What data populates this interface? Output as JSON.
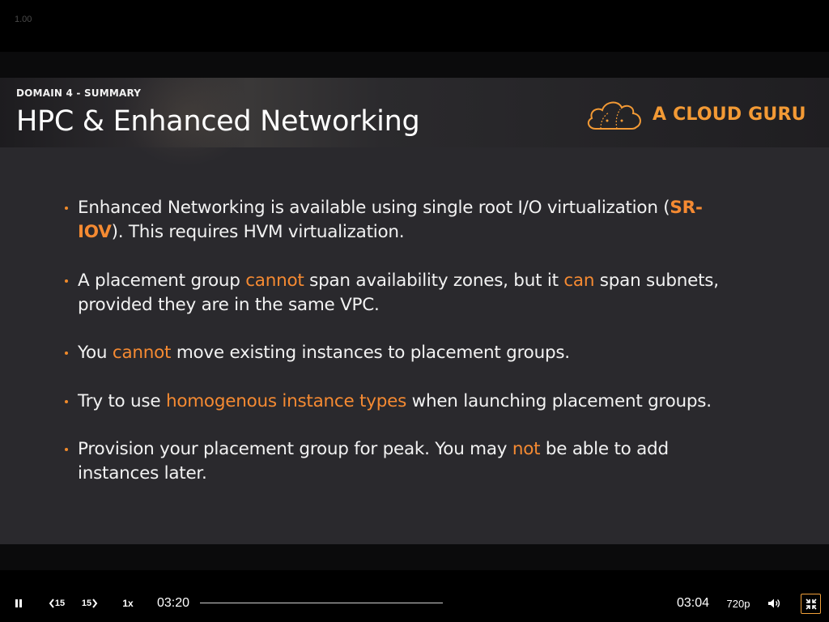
{
  "top_indicator": "1.00",
  "slide": {
    "domain_label": "DOMAIN 4 - SUMMARY",
    "title": "HPC & Enhanced Networking",
    "brand_text": "A CLOUD GURU",
    "bullets": [
      {
        "segments": [
          {
            "text": "Enhanced Networking is available using single root I/O virtualization (",
            "style": "normal"
          },
          {
            "text": "SR-",
            "style": "accent-bold"
          }
        ],
        "line2": [
          {
            "text": "IOV",
            "style": "accent-bold"
          },
          {
            "text": "). This requires HVM virtualization.",
            "style": "normal"
          }
        ]
      },
      {
        "segments": [
          {
            "text": "A placement group ",
            "style": "normal"
          },
          {
            "text": "cannot",
            "style": "accent"
          },
          {
            "text": " span availability zones, but it ",
            "style": "normal"
          },
          {
            "text": "can",
            "style": "accent"
          },
          {
            "text": " span subnets,",
            "style": "normal"
          }
        ],
        "line2": [
          {
            "text": "provided they are in the same VPC.",
            "style": "normal"
          }
        ]
      },
      {
        "segments": [
          {
            "text": "You ",
            "style": "normal"
          },
          {
            "text": "cannot",
            "style": "accent"
          },
          {
            "text": " move existing instances to placement groups.",
            "style": "normal"
          }
        ],
        "line2": []
      },
      {
        "segments": [
          {
            "text": "Try to use ",
            "style": "normal"
          },
          {
            "text": "homogenous instance types",
            "style": "accent"
          },
          {
            "text": " when launching placement groups.",
            "style": "normal"
          }
        ],
        "line2": []
      },
      {
        "segments": [
          {
            "text": "Provision your placement group for peak. You may ",
            "style": "normal"
          },
          {
            "text": "not",
            "style": "accent"
          },
          {
            "text": " be able to add",
            "style": "normal"
          }
        ],
        "line2": [
          {
            "text": "instances later.",
            "style": "normal"
          }
        ]
      }
    ]
  },
  "player": {
    "pause_icon": "pause-icon",
    "rewind_label": "15",
    "forward_label": "15",
    "speed_label": "1x",
    "current_time": "03:20",
    "remaining_time": "03:04",
    "quality_label": "720p",
    "volume_icon": "volume-icon",
    "fullscreen_icon": "exit-fullscreen-icon",
    "accent_color": "#f0a03a"
  }
}
